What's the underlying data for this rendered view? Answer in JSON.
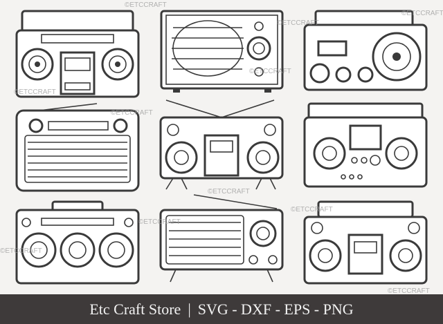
{
  "footer": {
    "store": "Etc Craft Store",
    "separator": "|",
    "formats": "SVG - DXF - EPS - PNG"
  },
  "watermark": "©ETCCRAFT",
  "items": [
    {
      "name": "boombox-cassette"
    },
    {
      "name": "vintage-radio-speaker"
    },
    {
      "name": "boombox-large-speaker"
    },
    {
      "name": "retro-radio-grille"
    },
    {
      "name": "tv-style-radio-antenna"
    },
    {
      "name": "boombox-display"
    },
    {
      "name": "triple-speaker-boombox"
    },
    {
      "name": "table-radio-antenna"
    },
    {
      "name": "boombox-handle-cassette"
    }
  ]
}
